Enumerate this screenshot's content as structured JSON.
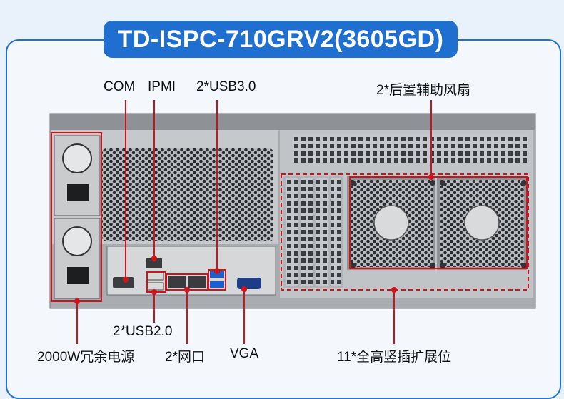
{
  "title": "TD-ISPC-710GRV2(3605GD)",
  "labels": {
    "com": "COM",
    "ipmi": "IPMI",
    "usb30": "2*USB3.0",
    "rear_fans": "2*后置辅助风扇",
    "usb20": "2*USB2.0",
    "psu": "2000W冗余电源",
    "lan": "2*网口",
    "vga": "VGA",
    "slots": "11*全高竖插扩展位"
  },
  "colors": {
    "accent": "#1f6fd0",
    "callout": "#d0121b"
  }
}
